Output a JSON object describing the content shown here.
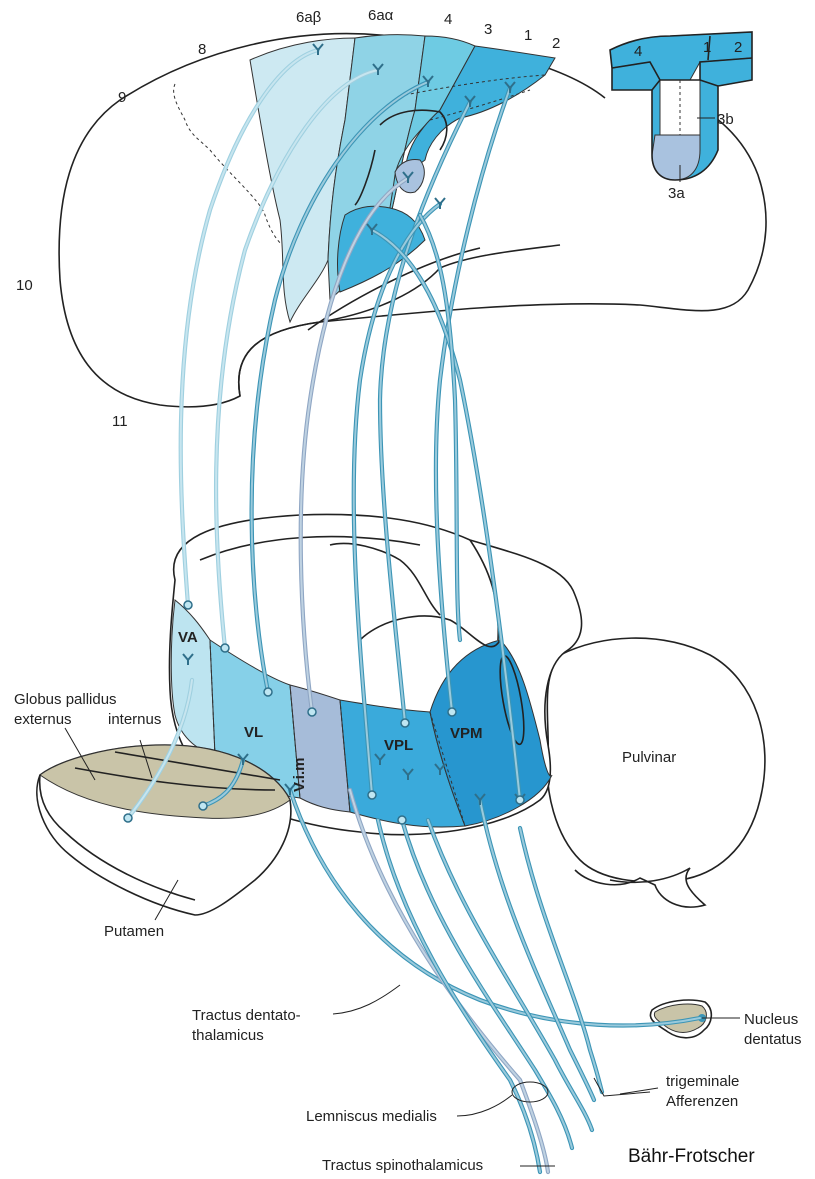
{
  "colors": {
    "area_6ab": "#cde9f2",
    "area_6aa": "#8fd3e6",
    "area_4": "#6ecbe3",
    "area_3_1_2": "#3fb1dc",
    "area_3a": "#a9c2df",
    "thalamus_va": "#bde4f0",
    "thalamus_vl": "#86d0e8",
    "thalamus_vim": "#a6bcd9",
    "thalamus_vpl": "#3aaadb",
    "thalamus_vpm": "#2796cf",
    "pallidum": "#c9c4a8",
    "fiber_main": "#3c95b6",
    "fiber_light": "#9fd0e0",
    "fiber_vim": "#8fa6c4"
  },
  "cortex_labels": {
    "area_6ab": "6aβ",
    "area_6aa": "6aα",
    "area_4": "4",
    "area_3": "3",
    "area_1": "1",
    "area_2": "2",
    "area_8": "8",
    "area_9": "9",
    "area_10": "10",
    "area_11": "11"
  },
  "inset_labels": {
    "area_4": "4",
    "area_1": "1",
    "area_2": "2",
    "area_3b": "3b",
    "area_3a": "3a"
  },
  "thalamic_nuclei": {
    "va": "VA",
    "vl": "VL",
    "vim": "V.i.m",
    "vpl": "VPL",
    "vpm": "VPM",
    "pulvinar": "Pulvinar"
  },
  "structures": {
    "globus_pallidus": "Globus pallidus",
    "externus": "externus",
    "internus": "internus",
    "putamen": "Putamen",
    "tractus_dentato_1": "Tractus dentato-",
    "tractus_dentato_2": "thalamicus",
    "nucleus_dentatus_1": "Nucleus",
    "nucleus_dentatus_2": "dentatus",
    "lemniscus": "Lemniscus medialis",
    "spinothalamicus": "Tractus spinothalamicus",
    "trigeminal_1": "trigeminale",
    "trigeminal_2": "Afferenzen"
  },
  "credit": "Bähr-Frotscher"
}
